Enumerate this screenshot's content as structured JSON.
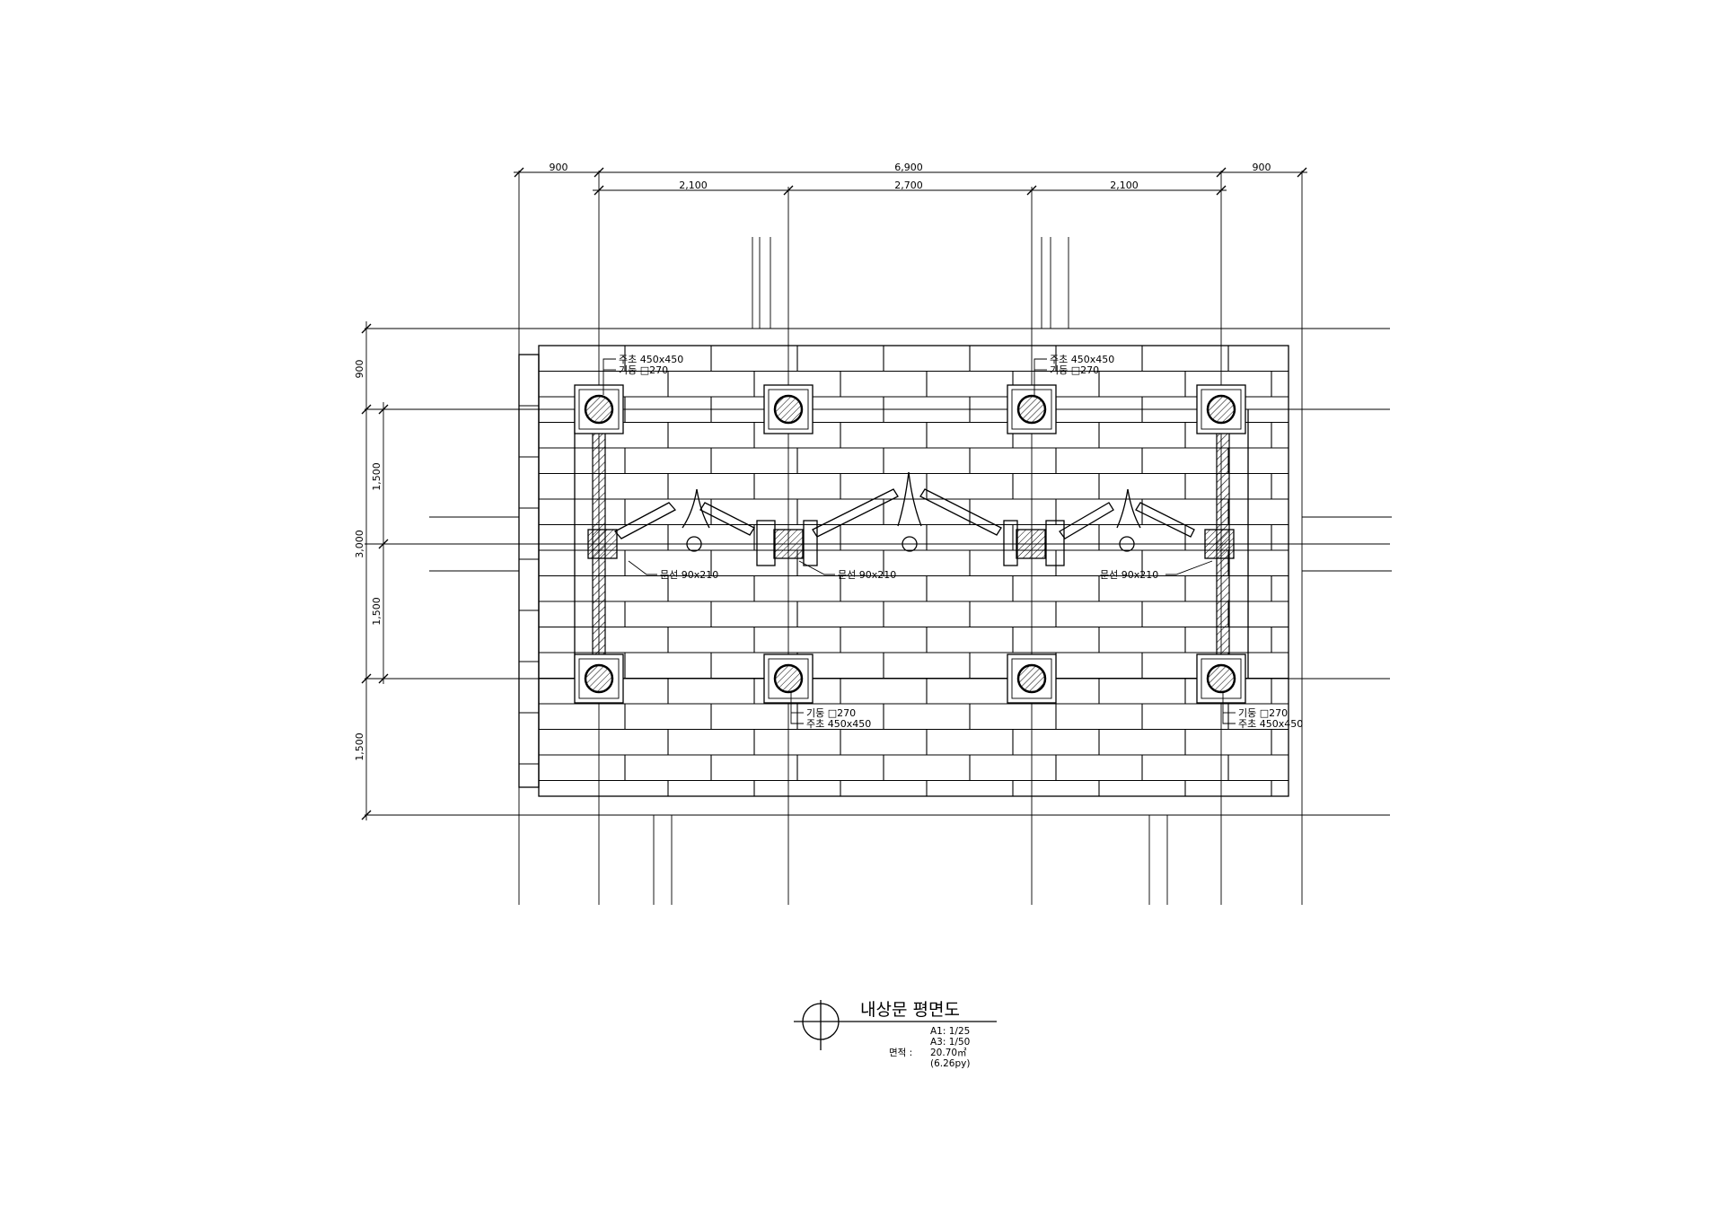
{
  "dimensions": {
    "top_overall": [
      "900",
      "6,900",
      "900"
    ],
    "top_bays": [
      "2,100",
      "2,700",
      "2,100"
    ],
    "left_outer": [
      "900",
      "3,000",
      "1,500"
    ],
    "left_inner": [
      "1,500",
      "1,500"
    ]
  },
  "labels": {
    "foundation": "주초 450x450",
    "column": "기둥 □270",
    "door_post": "문선 90x210"
  },
  "title_block": {
    "title": "내상문 평면도",
    "scale_a1": "A1: 1/25",
    "scale_a3": "A3: 1/50",
    "area_label": "면적 :",
    "area_value": "20.70㎡",
    "area_py": "(6.26py)"
  }
}
